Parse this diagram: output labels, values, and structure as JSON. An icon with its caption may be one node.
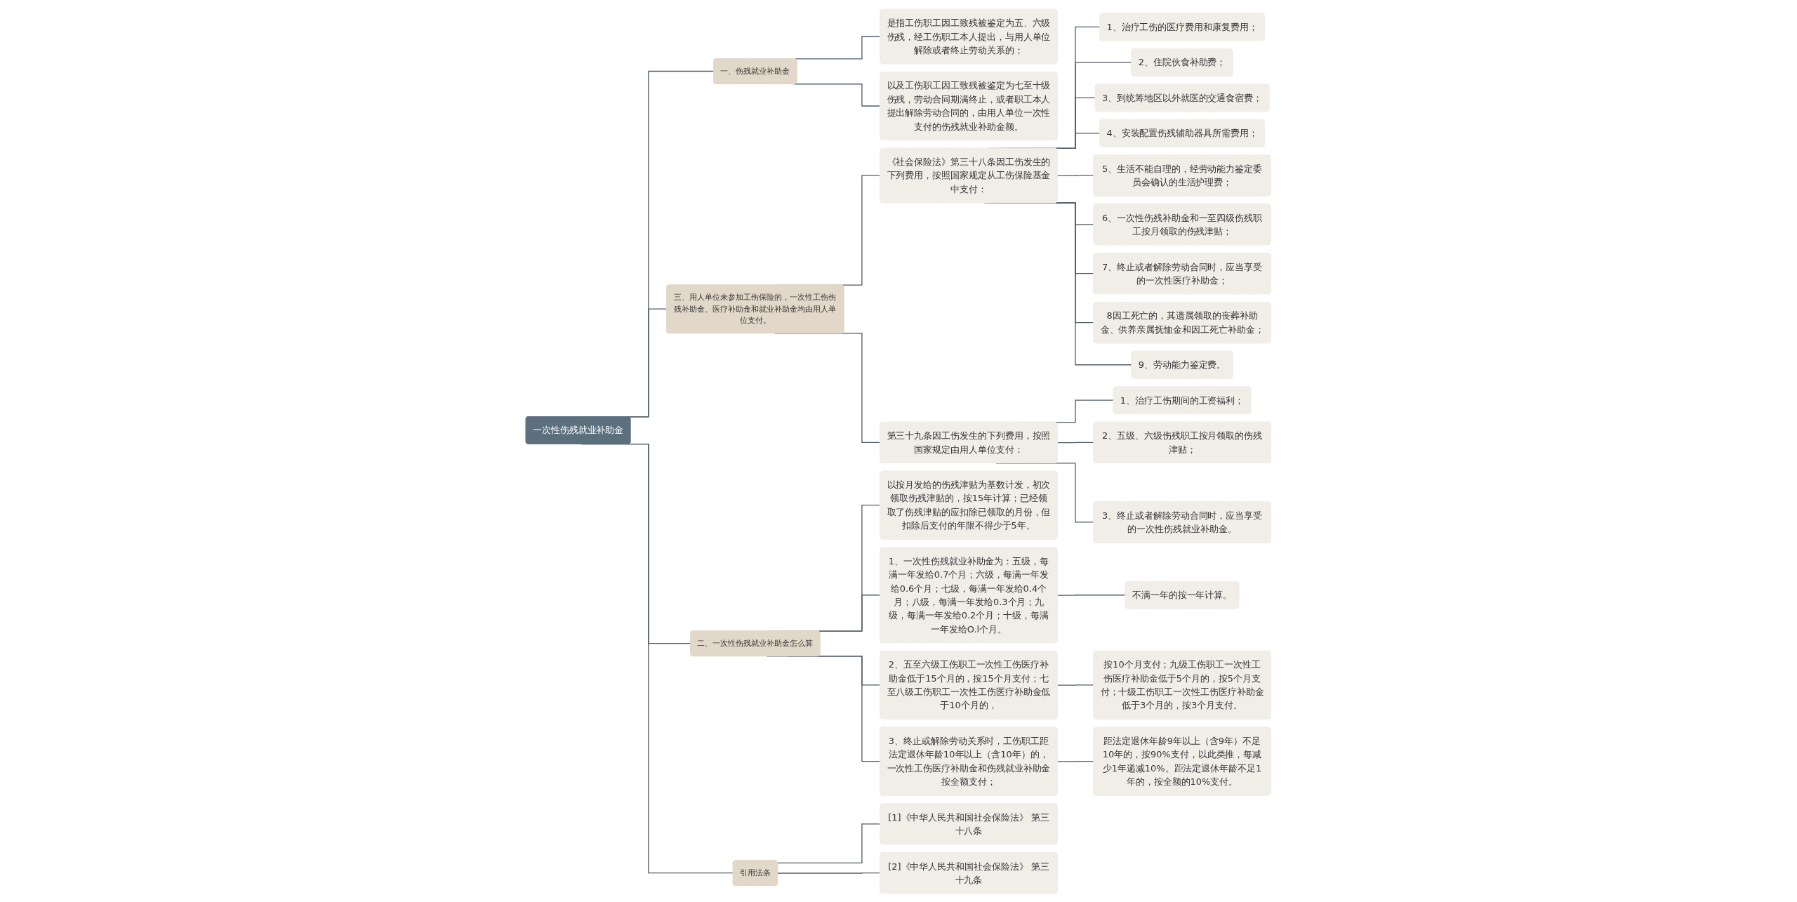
{
  "diagram": {
    "nodes": [
      {
        "text": [
          "一次性伤残就业补助金"
        ]
      },
      {
        "text": [
          "一、伤残就业补助金"
        ]
      },
      {
        "text": [
          "是指工伤职工因工致残被鉴定为五、六级伤残，经工伤职工本人提出，与用人单位解除或者终止劳动关系的；"
        ]
      },
      {
        "text": [
          "以及工伤职工因工致残被鉴定为七至十级伤残，劳动合同期满终止，或者职工本人提出解除劳动合同的，由用人单位一次性支付的伤残就业补助金额。"
        ]
      },
      {
        "text": [
          "三、用人单位未参加工伤保险的，一次性工伤伤残补助金、医疗补助金和就业补助金均由用人单位支付。"
        ]
      },
      {
        "text": [
          "《社会保险法》第三十八条因工伤发生的下列费用，按照国家规定从工伤保险基金中支付："
        ]
      },
      {
        "text": [
          "1、治疗工伤的医疗费用和康复费用；"
        ]
      },
      {
        "text": [
          "2、住院伙食补助费；"
        ]
      },
      {
        "text": [
          "3、到统筹地区以外就医的交通食宿费；"
        ]
      },
      {
        "text": [
          "4、安装配置伤残辅助器具所需费用；"
        ]
      },
      {
        "text": [
          "5、生活不能自理的，经劳动能力鉴定委员会确认的生活护理费；"
        ]
      },
      {
        "text": [
          "6、一次性伤残补助金和一至四级伤残职工按月领取的伤残津贴；"
        ]
      },
      {
        "text": [
          "7、终止或者解除劳动合同时，应当享受的一次性医疗补助金；"
        ]
      },
      {
        "text": [
          "8因工死亡的，其遗属领取的丧葬补助金、供养亲属抚恤金和因工死亡补助金；"
        ]
      },
      {
        "text": [
          "9、劳动能力鉴定费。"
        ]
      },
      {
        "text": [
          "第三十九条因工伤发生的下列费用，按照国家规定由用人单位支付："
        ]
      },
      {
        "text": [
          "1、治疗工伤期间的工资福利；"
        ]
      },
      {
        "text": [
          "2、五级、六级伤残职工按月领取的伤残津贴；"
        ]
      },
      {
        "text": [
          "3、终止或者解除劳动合同时，应当享受的一次性伤残就业补助金。"
        ]
      },
      {
        "text": [
          "二、一次性伤残就业补助金怎么算"
        ]
      },
      {
        "text": [
          "以按月发给的伤残津贴为基数计发，初次领取伤残津贴的，按15年计算；已经领取了伤残津贴的应扣除已领取的月份，但扣除后支付的年限不得少于5年。"
        ]
      },
      {
        "text": [
          "1、一次性伤残就业补助金为：五级，每满一年发给0.7个月；六级，每满一年发给0.6个月；七级，每满一年发给0.4个月；八级，每满一年发给0.3个月；九级，每满一年发给0.2个月；十级，每满一年发给O.l个月。"
        ]
      },
      {
        "text": [
          "不满一年的按一年计算。"
        ]
      },
      {
        "text": [
          "2、五至六级工伤职工一次性工伤医疗补助金低于15个月的，按15个月支付；七至八级工伤职工一次性工伤医疗补助金低于10个月的，"
        ]
      },
      {
        "text": [
          "按10个月支付；九级工伤职工一次性工伤医疗补助金低于5个月的，按5个月支付；十级工伤职工一次性工伤医疗补助金低于3个月的，按3个月支付。"
        ]
      },
      {
        "text": [
          "3、终止或解除劳动关系时，工伤职工距法定退休年龄10年以上（含10年）的，一次性工伤医疗补助金和伤残就业补助金按全额支付；"
        ]
      },
      {
        "text": [
          "距法定退休年龄9年以上（含9年）不足10年的，按90%支付，以此类推，每减少1年递减10%。距法定退休年龄不足1年的，按全额的10%支付。"
        ]
      },
      {
        "text": [
          "引用法条"
        ]
      },
      {
        "text": [
          "[1]《中华人民共和国社会保险法》 第三十八条"
        ]
      },
      {
        "text": [
          "[2]《中华人民共和国社会保险法》 第三十九条"
        ]
      }
    ],
    "edges": [
      {
        "from": 0,
        "to": 1,
        "arrow": "none"
      },
      {
        "from": 1,
        "to": 2,
        "arrow": "none"
      },
      {
        "from": 1,
        "to": 3,
        "arrow": "none"
      },
      {
        "from": 0,
        "to": 4,
        "arrow": "none"
      },
      {
        "from": 4,
        "to": 5,
        "arrow": "none"
      },
      {
        "from": 5,
        "to": 6,
        "arrow": "none"
      },
      {
        "from": 5,
        "to": 7,
        "arrow": "none"
      },
      {
        "from": 5,
        "to": 8,
        "arrow": "none"
      },
      {
        "from": 5,
        "to": 9,
        "arrow": "none"
      },
      {
        "from": 5,
        "to": 10,
        "arrow": "none"
      },
      {
        "from": 5,
        "to": 11,
        "arrow": "none"
      },
      {
        "from": 5,
        "to": 12,
        "arrow": "none"
      },
      {
        "from": 5,
        "to": 13,
        "arrow": "none"
      },
      {
        "from": 5,
        "to": 14,
        "arrow": "none"
      },
      {
        "from": 4,
        "to": 15,
        "arrow": "none"
      },
      {
        "from": 15,
        "to": 16,
        "arrow": "none"
      },
      {
        "from": 15,
        "to": 17,
        "arrow": "none"
      },
      {
        "from": 15,
        "to": 18,
        "arrow": "none"
      },
      {
        "from": 0,
        "to": 19,
        "arrow": "none"
      },
      {
        "from": 19,
        "to": 20,
        "arrow": "none"
      },
      {
        "from": 19,
        "to": 21,
        "arrow": "none"
      },
      {
        "from": 21,
        "to": 22,
        "arrow": "none"
      },
      {
        "from": 19,
        "to": 23,
        "arrow": "none"
      },
      {
        "from": 23,
        "to": 24,
        "arrow": "none"
      },
      {
        "from": 19,
        "to": 25,
        "arrow": "none"
      },
      {
        "from": 25,
        "to": 26,
        "arrow": "none"
      },
      {
        "from": 0,
        "to": 27,
        "arrow": "none"
      },
      {
        "from": 27,
        "to": 28,
        "arrow": "none"
      },
      {
        "from": 27,
        "to": 29,
        "arrow": "none"
      }
    ]
  }
}
